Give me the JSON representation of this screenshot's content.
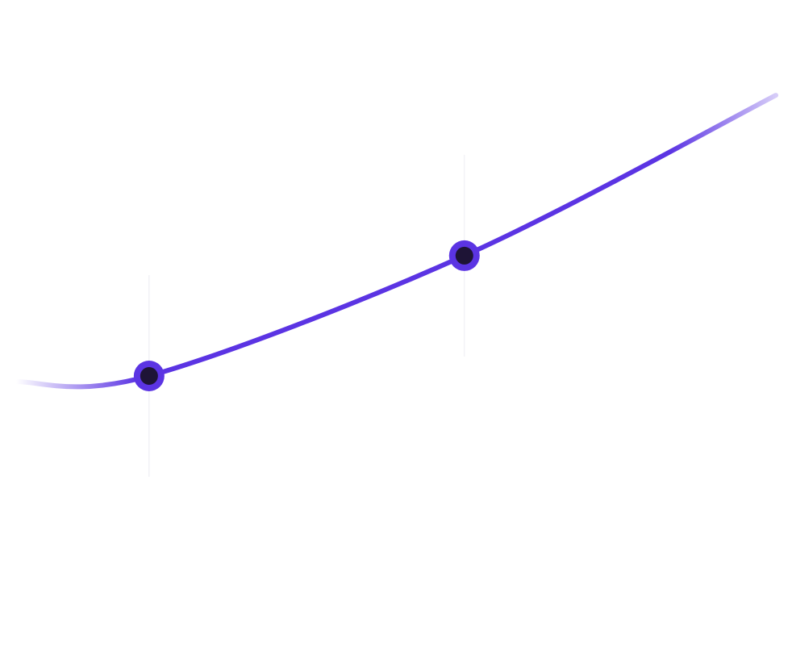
{
  "colors": {
    "accent": "#5b34e3",
    "marker_core": "#1e1436",
    "guide": "#ececf2",
    "background": "#ffffff"
  },
  "chart_data": {
    "type": "line",
    "title": "",
    "xlabel": "",
    "ylabel": "",
    "grid": false,
    "legend": "none",
    "xlim": [
      0,
      10
    ],
    "ylim": [
      0,
      10
    ],
    "series": [
      {
        "x": [
          0,
          1.75,
          5.9,
          10
        ],
        "values": [
          3.9,
          4.0,
          6.1,
          8.9
        ],
        "fade_ends": true
      }
    ],
    "highlighted_points": [
      {
        "x": 1.75,
        "y": 4.0
      },
      {
        "x": 5.9,
        "y": 6.1
      }
    ]
  }
}
